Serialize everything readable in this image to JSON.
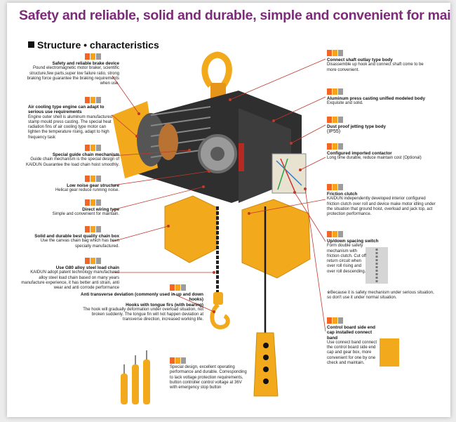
{
  "banner": {
    "title": "Safety and reliable, solid and durable, simple and convenient for maintain",
    "icon": "wrench-icon"
  },
  "section": {
    "title": "Structure • characteristics"
  },
  "colors": {
    "title": "#7a2c78",
    "hoist": "#f2a91c",
    "leader": "#c0392b",
    "motor": "#3a3a3a"
  },
  "left": [
    {
      "title": "Safety and reliable brake device",
      "body": "Pound electromagnetic motor braker, scientific structure,few parts,super low failure ratio, strong braking force guarantee the braking requirements when use."
    },
    {
      "title": "Air cooling type engine can adapt to serious use requirements",
      "body": "Engine outer shell is aluminum manufactured stamp mould press casting. The special heat radiation fins of air cooling type motor can lighten the temperature rising, adapt to high frequency task"
    },
    {
      "title": "Special guide chain mechanism",
      "body": "Guide chain mechanism is the special design of KAIDUN Guarantee the load chain hoist smoothly."
    },
    {
      "title": "Low noise gear structure",
      "body": "Helical gear reduce running noise."
    },
    {
      "title": "Direct wiring type",
      "body": "Simple and convenient for maintain."
    },
    {
      "title": "Solid and durable best quality chain box",
      "body": "Use the canvas chain bag which has been specially manufactured."
    },
    {
      "title": "Use G80 alloy steel load chain",
      "body": "KAIDUN adopt patent technology manufactured alloy steel load chain based on many years manufacture experience, it has better anti strain, anti wear and anti corrode performance"
    }
  ],
  "hooks": {
    "title1": "Anti transverse deviation (commonly used in up and down hooks)",
    "title2": "Hooks with tongue firs (with bearing)",
    "body": "The hook will gradually deformation under overload situation, not broken suddenly. The tongue fin will not happen deviation at transverse direction, increased working life."
  },
  "pendant": {
    "body": "Special design, excellent operating performance and durable. Corresponding to lack voltage protection requirements, button controller control voltage at 36V with emergency stop button"
  },
  "right": [
    {
      "title": "Connect shaft outlay type body",
      "body": "Disassemble up hook and connect shaft come to be more convenient."
    },
    {
      "title": "Aluminum press casting unified modeled body",
      "body": "Exquisite and solid."
    },
    {
      "title": "Dust proof jetting type body",
      "body": "(IP55)"
    },
    {
      "title": "Configured imported contactor",
      "body": "Long time durable, reduce maintain cost (Optional)"
    },
    {
      "title": "Friction clutch",
      "body": "KAIDUN independently developed interior configured friction clutch over roll and device make motor idling under the situation that ground hoist, overload and jack top, act protection performance."
    },
    {
      "title": "Up/down spacing switch",
      "body": "Form double safety mechanism with friction clutch. Cut off return circuit when over roll rising and over roll descending.",
      "note": "※Because it is safety mechanism under serious situation, so don't use it under normal situation."
    },
    {
      "title": "Control board side end cap installed connect band",
      "body": "Use connect band connect the control board side end cap and gear box, more convenient for one by one check and maintain."
    }
  ]
}
